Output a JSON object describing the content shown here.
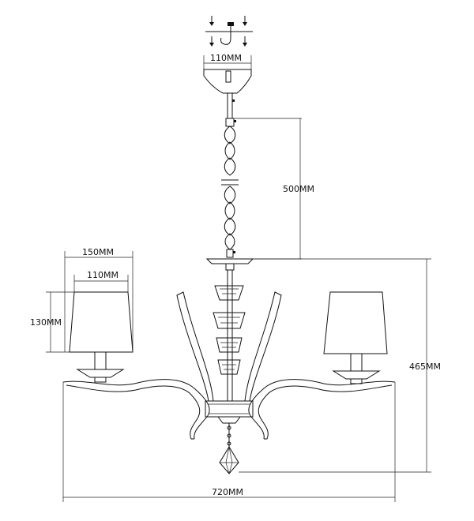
{
  "dimensions": {
    "canopy_width": "110MM",
    "chain_length": "500MM",
    "shade_top_width": "150MM",
    "shade_bottom_width": "110MM",
    "shade_height": "130MM",
    "overall_height": "465MM",
    "overall_width": "720MM"
  },
  "icons": {
    "mount": "ceiling-hook-icon",
    "screws": "screw-icon"
  }
}
